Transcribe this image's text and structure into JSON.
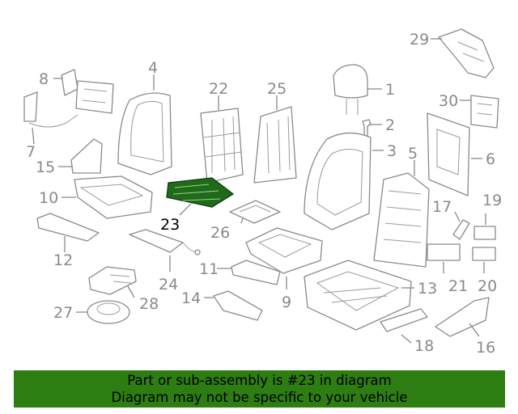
{
  "labels": {
    "p1": "1",
    "p2": "2",
    "p3": "3",
    "p4": "4",
    "p5": "5",
    "p6": "6",
    "p7": "7",
    "p8": "8",
    "p9": "9",
    "p10": "10",
    "p11": "11",
    "p12": "12",
    "p13": "13",
    "p14": "14",
    "p15": "15",
    "p16": "16",
    "p17": "17",
    "p18": "18",
    "p19": "19",
    "p20": "20",
    "p21": "21",
    "p22": "22",
    "p23": "23",
    "p24": "24",
    "p25": "25",
    "p26": "26",
    "p27": "27",
    "p28": "28",
    "p29": "29",
    "p30": "30"
  },
  "highlight_color": "#1f6b1a",
  "banner": {
    "line1": "Part or sub-assembly is #23 in diagram",
    "line2": "Diagram may not be specific to your vehicle",
    "color": "#2e7d12"
  }
}
